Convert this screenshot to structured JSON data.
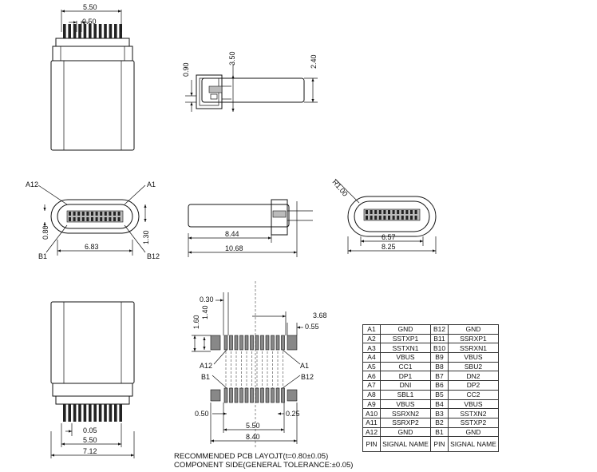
{
  "dimensions": {
    "top_width": "5.50",
    "top_pitch": "0.50",
    "side_h1": "0.90",
    "side_h2": "3.50",
    "side_h3": "2.40",
    "front_a12": "A12",
    "front_a1": "A1",
    "front_b1": "B1",
    "front_b12": "B12",
    "front_0_80": "0.80",
    "front_6_83": "6.83",
    "front_1_30": "1.30",
    "side_8_44": "8.44",
    "side_10_68": "10.68",
    "radius": "R1.00",
    "end_6_57": "6.57",
    "end_8_25": "8.25",
    "pcb_0_30": "0.30",
    "pcb_3_68": "3.68",
    "pcb_1_60": "1.60",
    "pcb_1_40": "1.40",
    "pcb_0_55": "0.55",
    "pcb_a12": "A12",
    "pcb_a1": "A1",
    "pcb_b1": "B1",
    "pcb_b12": "B12",
    "pcb_0_50": "0.50",
    "pcb_0_25": "0.25",
    "pcb_5_50": "5.50",
    "pcb_8_40": "8.40",
    "bottom_0_05": "0.05",
    "bottom_5_50": "5.50",
    "bottom_7_12": "7.12"
  },
  "notes": {
    "line1": "RECOMMENDED PCB LAYOJT(t=0.80±0.05)",
    "line2": "COMPONENT SIDE(GENERAL TOLERANCE:±0.05)"
  },
  "pin_table": {
    "rows": [
      [
        "A1",
        "GND",
        "B12",
        "GND"
      ],
      [
        "A2",
        "SSTXP1",
        "B11",
        "SSRXP1"
      ],
      [
        "A3",
        "SSTXN1",
        "B10",
        "SSRXN1"
      ],
      [
        "A4",
        "VBUS",
        "B9",
        "VBUS"
      ],
      [
        "A5",
        "CC1",
        "B8",
        "SBU2"
      ],
      [
        "A6",
        "DP1",
        "B7",
        "DN2"
      ],
      [
        "A7",
        "DNI",
        "B6",
        "DP2"
      ],
      [
        "A8",
        "SBL1",
        "B5",
        "CC2"
      ],
      [
        "A9",
        "VBUS",
        "B4",
        "VBUS"
      ],
      [
        "A10",
        "SSRXN2",
        "B3",
        "SSTXN2"
      ],
      [
        "A11",
        "SSRXP2",
        "B2",
        "SSTXP2"
      ],
      [
        "A12",
        "GND",
        "B1",
        "GND"
      ]
    ],
    "header": [
      "PIN",
      "SIGNAL NAME",
      "PIN",
      "SIGNAL NAME"
    ]
  }
}
